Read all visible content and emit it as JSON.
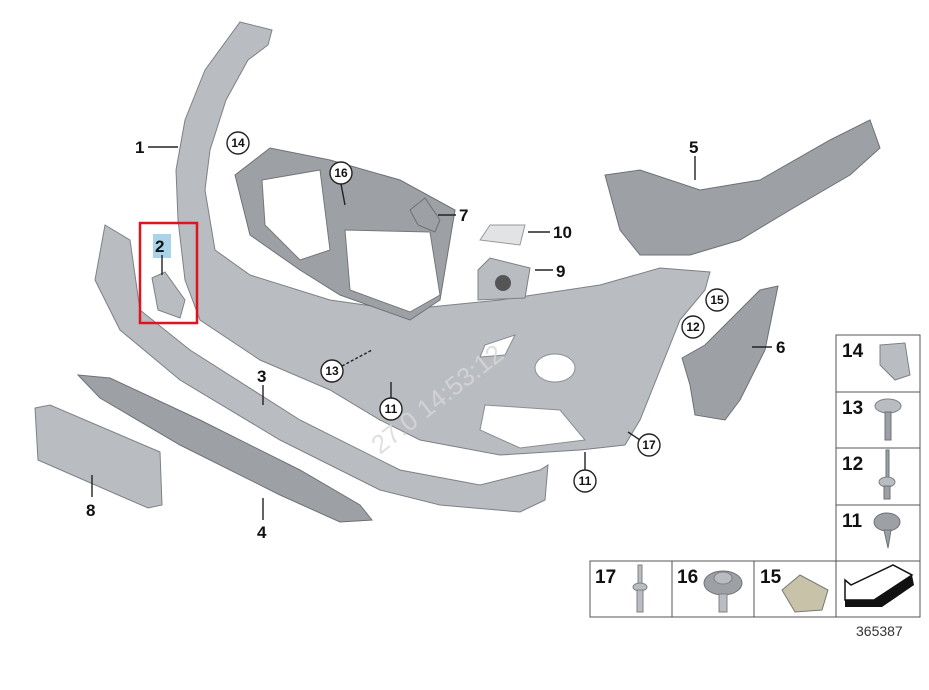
{
  "diagram": {
    "part_labels": [
      "1",
      "2",
      "3",
      "4",
      "5",
      "6",
      "7",
      "8",
      "9",
      "10"
    ],
    "callouts": [
      "14",
      "16",
      "15",
      "12",
      "13",
      "11",
      "17",
      "11"
    ],
    "highlighted_part": "2",
    "highlight_color": "#e0141e",
    "highlight_fill": "#a9d3e8",
    "fastener_table": {
      "cells": [
        "14",
        "13",
        "12",
        "11",
        "17",
        "16",
        "15"
      ]
    },
    "diagram_number": "365387",
    "watermark": "27.0 14:53:12"
  }
}
